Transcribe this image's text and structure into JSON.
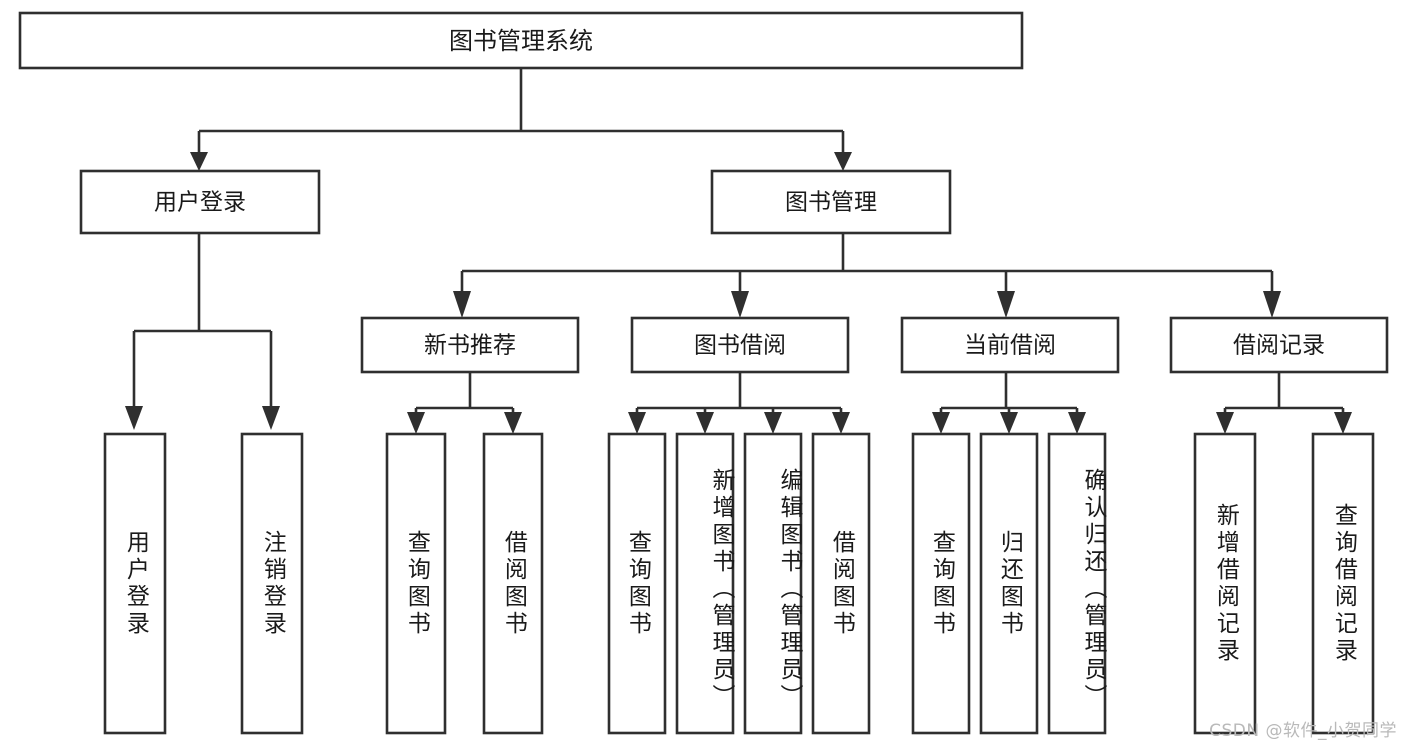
{
  "diagram": {
    "type": "tree-hierarchy-chart",
    "title": "图书管理系统",
    "colors": {
      "stroke": "#2f2f2f",
      "fill": "#ffffff",
      "text": "#1a1a1a",
      "watermark": "#b9b9b9"
    },
    "root": {
      "id": "root",
      "label": "图书管理系统"
    },
    "level2": [
      {
        "id": "user-login",
        "label": "用户登录"
      },
      {
        "id": "book-manage",
        "label": "图书管理"
      }
    ],
    "level3": [
      {
        "id": "new-book-rec",
        "label": "新书推荐",
        "parent": "book-manage"
      },
      {
        "id": "book-borrow",
        "label": "图书借阅",
        "parent": "book-manage"
      },
      {
        "id": "current-borrow",
        "label": "当前借阅",
        "parent": "book-manage"
      },
      {
        "id": "borrow-record",
        "label": "借阅记录",
        "parent": "book-manage"
      }
    ],
    "leaves": {
      "user-login": [
        {
          "id": "leaf-user-login",
          "label": "用户登录"
        },
        {
          "id": "leaf-logout",
          "label": "注销登录"
        }
      ],
      "new-book-rec": [
        {
          "id": "leaf-query-book-1",
          "label": "查询图书"
        },
        {
          "id": "leaf-borrow-book-1",
          "label": "借阅图书"
        }
      ],
      "book-borrow": [
        {
          "id": "leaf-query-book-2",
          "label": "查询图书"
        },
        {
          "id": "leaf-add-book",
          "label": "新增图书（管理员）"
        },
        {
          "id": "leaf-edit-book",
          "label": "编辑图书（管理员）"
        },
        {
          "id": "leaf-borrow-book-2",
          "label": "借阅图书"
        }
      ],
      "current-borrow": [
        {
          "id": "leaf-query-book-3",
          "label": "查询图书"
        },
        {
          "id": "leaf-return-book",
          "label": "归还图书"
        },
        {
          "id": "leaf-confirm-return",
          "label": "确认归还（管理员）"
        }
      ],
      "borrow-record": [
        {
          "id": "leaf-add-record",
          "label": "新增借阅记录"
        },
        {
          "id": "leaf-query-record",
          "label": "查询借阅记录"
        }
      ]
    },
    "watermark": "CSDN @软件_小贺同学"
  }
}
